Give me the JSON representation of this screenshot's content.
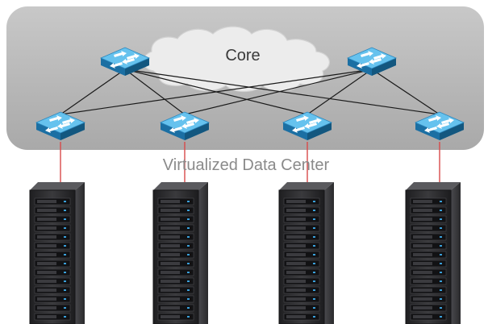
{
  "diagram": {
    "core_label": "Core",
    "region_label": "Virtualized Data Center",
    "colors": {
      "region_fill": "#b4b4b4",
      "cloud_fill": "#ececec",
      "switch_face": "#3aa0da",
      "switch_top": "#66c2ee",
      "link": "#1a1a1a",
      "server_link": "#d84a4a",
      "rack_body": "#2c2c2e"
    },
    "core_switches": [
      {
        "name": "core-switch-left"
      },
      {
        "name": "core-switch-right"
      }
    ],
    "access_switches": [
      {
        "name": "access-switch-1"
      },
      {
        "name": "access-switch-2"
      },
      {
        "name": "access-switch-3"
      },
      {
        "name": "access-switch-4"
      }
    ],
    "racks": [
      {
        "name": "server-rack-1"
      },
      {
        "name": "server-rack-2"
      },
      {
        "name": "server-rack-3"
      },
      {
        "name": "server-rack-4"
      }
    ]
  }
}
